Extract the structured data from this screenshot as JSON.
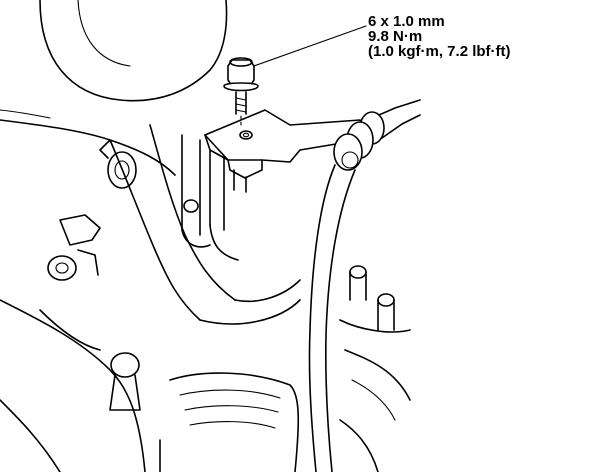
{
  "callout": {
    "line1": "6 x 1.0 mm",
    "line2": "9.8 N·m",
    "line3": "(1.0 kgf·m, 7.2 lbf·ft)"
  }
}
